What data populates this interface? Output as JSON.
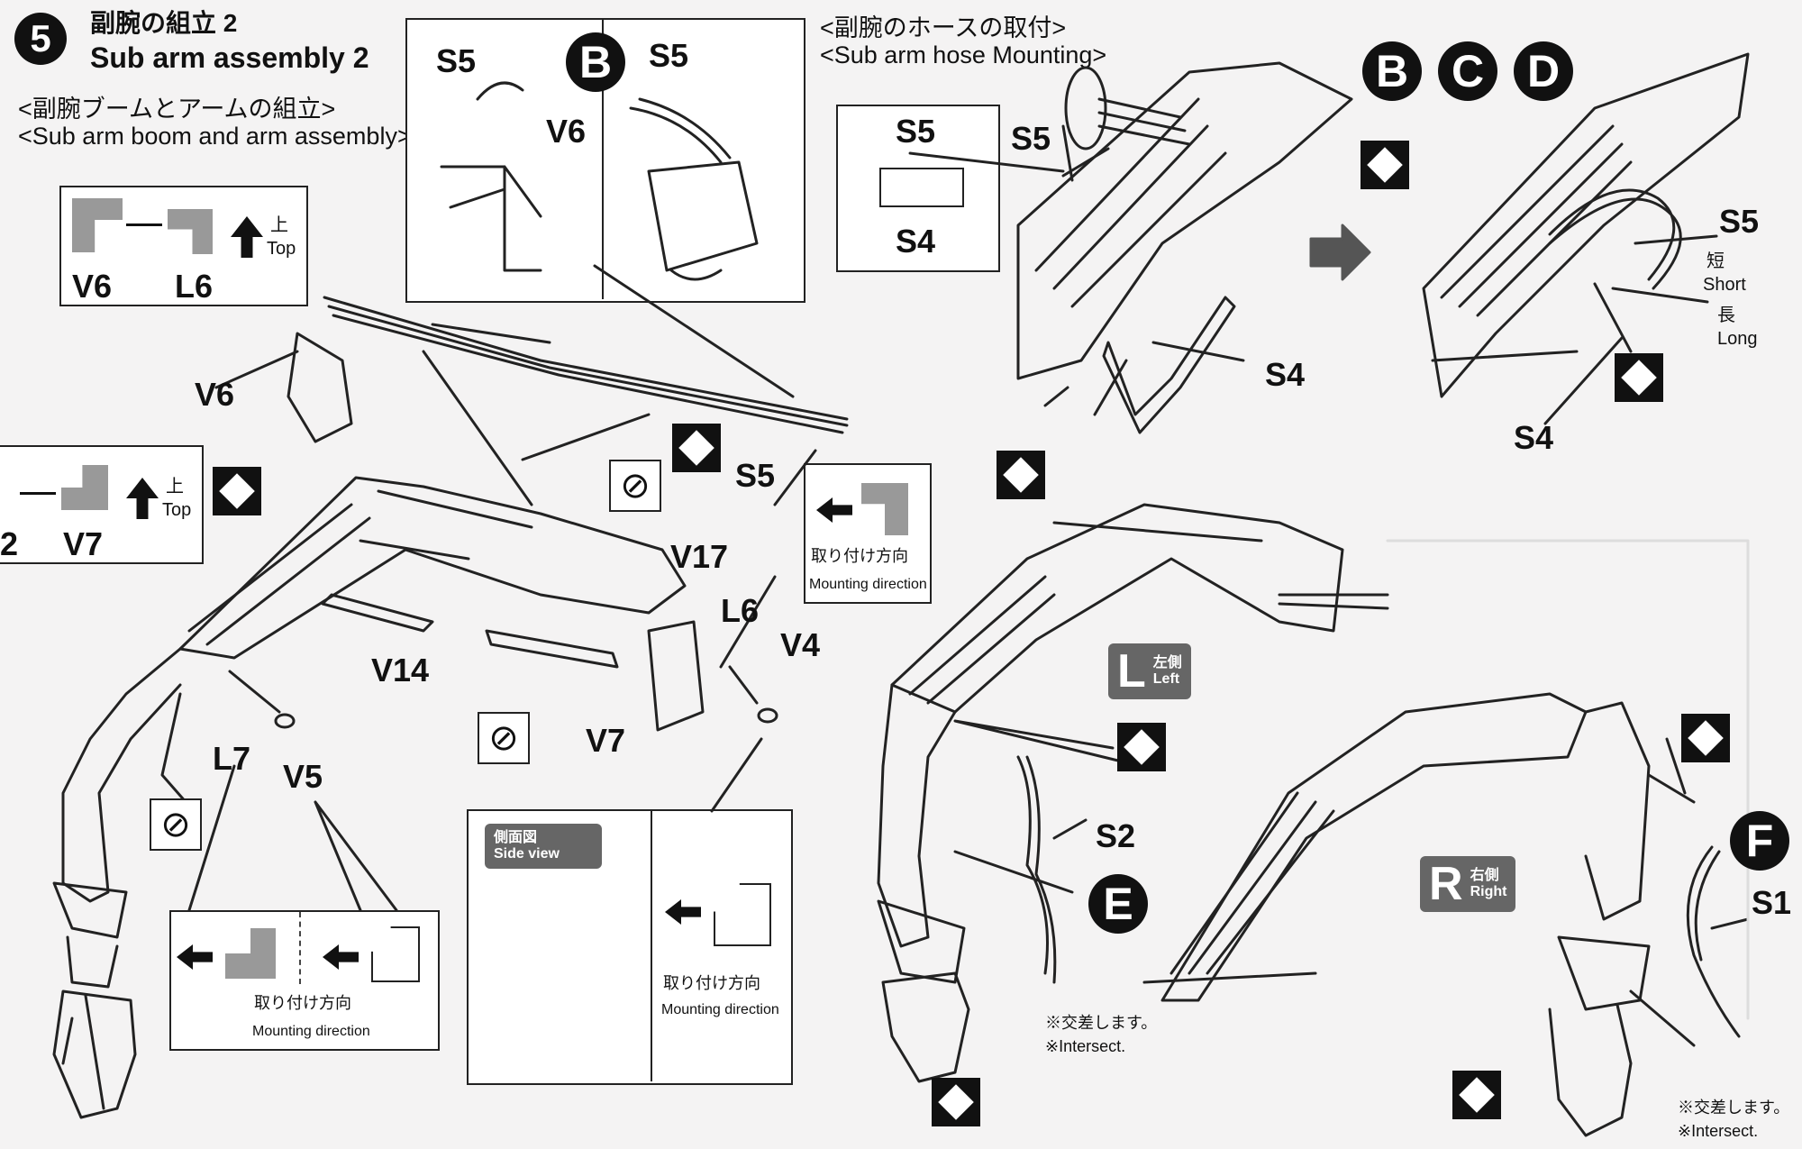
{
  "step": {
    "number": "5",
    "title_jp": "副腕の組立 2",
    "title_en": "Sub arm assembly 2",
    "subtitle_jp": "<副腕ブームとアームの組立>",
    "subtitle_en": "<Sub arm boom and arm assembly>"
  },
  "hose_section": {
    "title_jp": "<副腕のホースの取付>",
    "title_en": "<Sub arm hose Mounting>"
  },
  "bubbles": {
    "B": "B",
    "C": "C",
    "D": "D",
    "E": "E",
    "F": "F"
  },
  "parts": {
    "V6": "V6",
    "L6": "L6",
    "V7": "V7",
    "L7": "L7",
    "V5": "V5",
    "V14": "V14",
    "V17": "V17",
    "V4": "V4",
    "S1": "S1",
    "S2": "S2",
    "S4": "S4",
    "S5": "S5",
    "num2": "2"
  },
  "labels": {
    "top_jp": "上",
    "top_en": "Top",
    "mounting_jp": "取り付け方向",
    "mounting_en": "Mounting direction",
    "side_view_jp": "側面図",
    "side_view_en": "Side view",
    "short_jp": "短",
    "short_en": "Short",
    "long_jp": "長",
    "long_en": "Long",
    "left_letter": "L",
    "left_jp": "左側",
    "left_en": "Left",
    "right_letter": "R",
    "right_jp": "右側",
    "right_en": "Right",
    "intersect_jp": "※交差します。",
    "intersect_en": "※Intersect."
  }
}
